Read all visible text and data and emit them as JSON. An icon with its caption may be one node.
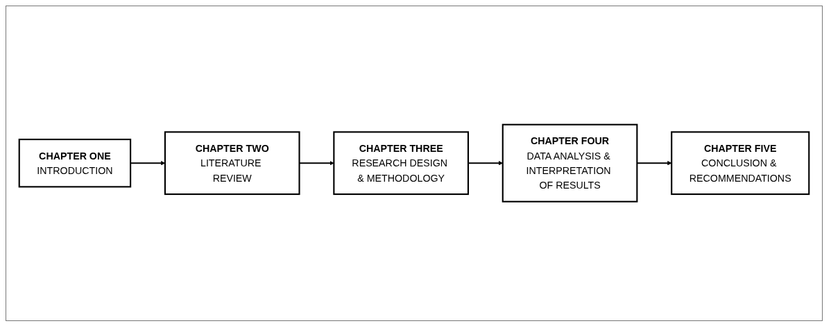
{
  "diagram": {
    "nodes": [
      {
        "text": [
          "CHAPTER ONE",
          "INTRODUCTION"
        ]
      },
      {
        "text": [
          "CHAPTER TWO",
          "LITERATURE REVIEW"
        ]
      },
      {
        "text": [
          "CHAPTER THREE",
          "RESEARCH DESIGN & METHODOLOGY"
        ]
      },
      {
        "text": [
          "CHAPTER FOUR",
          "DATA ANALYSIS & INTERPRETATION OF RESULTS"
        ]
      },
      {
        "text": [
          "CHAPTER FIVE",
          "CONCLUSION & RECOMMENDATIONS"
        ]
      }
    ],
    "edges": [
      {
        "from": 0,
        "to": 1,
        "arrow": "to"
      },
      {
        "from": 1,
        "to": 2,
        "arrow": "to"
      },
      {
        "from": 2,
        "to": 3,
        "arrow": "to"
      },
      {
        "from": 3,
        "to": 4,
        "arrow": "to"
      }
    ]
  }
}
